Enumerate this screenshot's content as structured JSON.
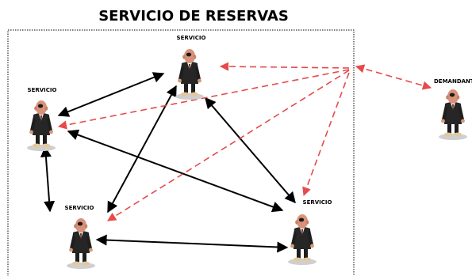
{
  "title": "SERVICIO DE RESERVAS",
  "nodes": {
    "top": {
      "label": "SERVICIO"
    },
    "left": {
      "label": "SERVICIO"
    },
    "bottom_left": {
      "label": "SERVICIO"
    },
    "bottom_right": {
      "label": "SERVICIO"
    },
    "demandante": {
      "label": "DEMANDANTE"
    }
  },
  "colors": {
    "service_link": "#000000",
    "request_link": "#e84a4a"
  }
}
